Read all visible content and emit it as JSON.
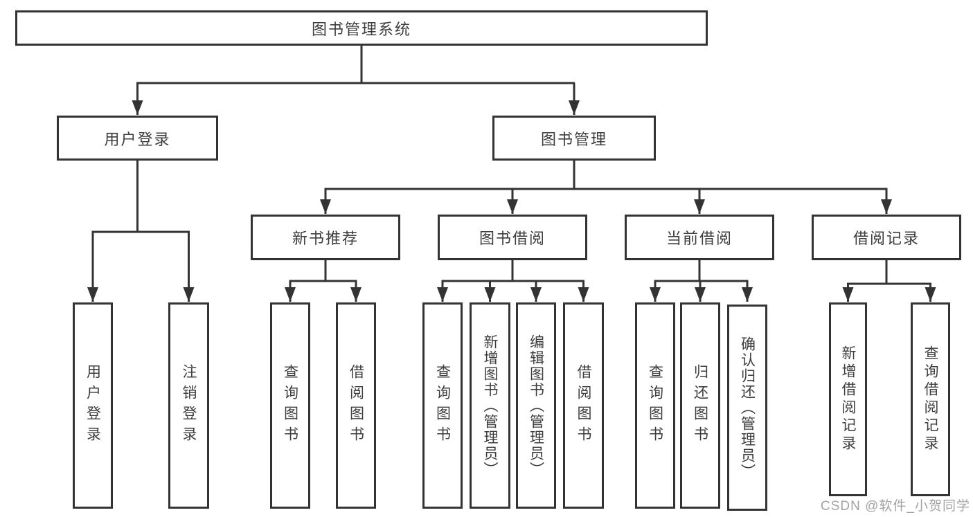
{
  "diagram": {
    "type": "tree",
    "title": "图书管理系统",
    "colors": {
      "line": "#333333",
      "box_border": "#333333",
      "text": "#3d3d3d",
      "background": "#ffffff",
      "watermark": "#9e9e9e"
    },
    "watermark": "CSDN @软件_小贺同学",
    "nodes": {
      "root": {
        "label": "图书管理系统"
      },
      "branches": [
        {
          "id": "user-login",
          "label": "用户登录",
          "parent": "图书管理系统"
        },
        {
          "id": "book-management",
          "label": "图书管理",
          "parent": "图书管理系统"
        }
      ],
      "modules": [
        {
          "id": "new-book-recommend",
          "label": "新书推荐",
          "parent": "图书管理"
        },
        {
          "id": "book-borrow",
          "label": "图书借阅",
          "parent": "图书管理"
        },
        {
          "id": "current-borrow",
          "label": "当前借阅",
          "parent": "图书管理"
        },
        {
          "id": "borrow-records",
          "label": "借阅记录",
          "parent": "图书管理"
        }
      ],
      "functions": [
        {
          "id": "fn-user-login",
          "label": "用户登录",
          "parent": "用户登录"
        },
        {
          "id": "fn-logout",
          "label": "注销登录",
          "parent": "用户登录"
        },
        {
          "id": "fn-query-book-1",
          "label": "查询图书",
          "parent": "新书推荐"
        },
        {
          "id": "fn-borrow-book-1",
          "label": "借阅图书",
          "parent": "新书推荐"
        },
        {
          "id": "fn-query-book-2",
          "label": "查询图书",
          "parent": "图书借阅"
        },
        {
          "id": "fn-add-book-admin",
          "label": "新增图书（管理员）",
          "parent": "图书借阅"
        },
        {
          "id": "fn-edit-book-admin",
          "label": "编辑图书（管理员）",
          "parent": "图书借阅"
        },
        {
          "id": "fn-borrow-book-2",
          "label": "借阅图书",
          "parent": "图书借阅"
        },
        {
          "id": "fn-query-book-3",
          "label": "查询图书",
          "parent": "当前借阅"
        },
        {
          "id": "fn-return-book",
          "label": "归还图书",
          "parent": "当前借阅"
        },
        {
          "id": "fn-confirm-return",
          "label": "确认归还（管理员）",
          "parent": "当前借阅"
        },
        {
          "id": "fn-add-borrow-record",
          "label": "新增借阅记录",
          "parent": "借阅记录"
        },
        {
          "id": "fn-query-borrow-record",
          "label": "查询借阅记录",
          "parent": "借阅记录"
        }
      ]
    }
  }
}
